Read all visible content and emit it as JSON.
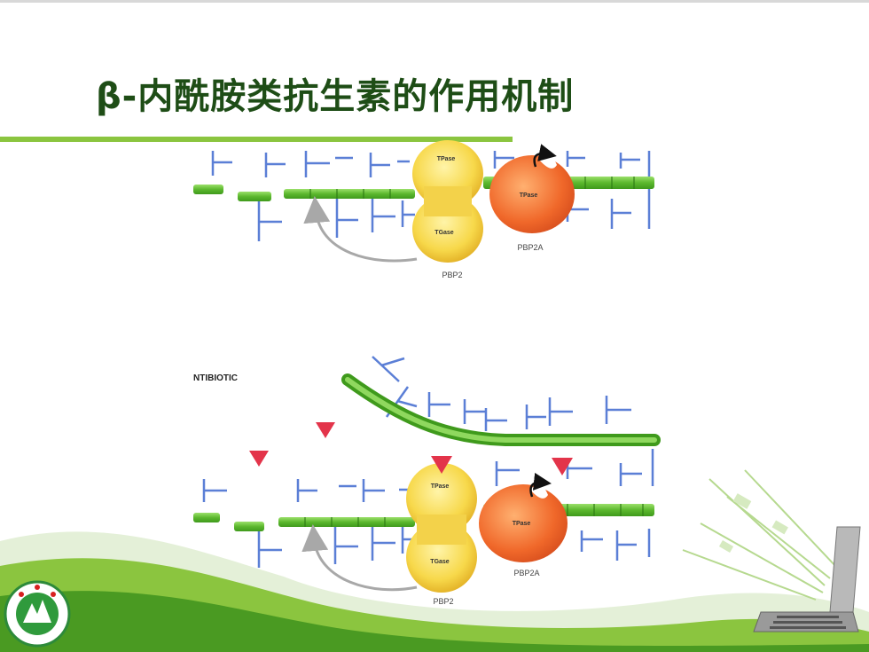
{
  "slide": {
    "title": "β-内酰胺类抗生素的作用机制",
    "colors": {
      "title": "#1e4d16",
      "accent_bar": "#8bc53f",
      "strand": "#6cc23a",
      "peptide": "#5b7fd6"
    }
  },
  "figure_top": {
    "tpase_label": "TPase",
    "tgase_label": "TGase",
    "pbp2_label": "PBP2",
    "pbp2a_tpase_label": "TPase",
    "pbp2a_label": "PBP2A"
  },
  "figure_bottom": {
    "antibiotic_label": "NTIBIOTIC",
    "tpase_label": "TPase",
    "tgase_label": "TGase",
    "pbp2_label": "PBP2",
    "pbp2a_tpase_label": "TPase",
    "pbp2a_label": "PBP2A"
  },
  "decor": {
    "logo_icon": "university-seal-icon",
    "laptop_icon": "laptop-icon"
  }
}
